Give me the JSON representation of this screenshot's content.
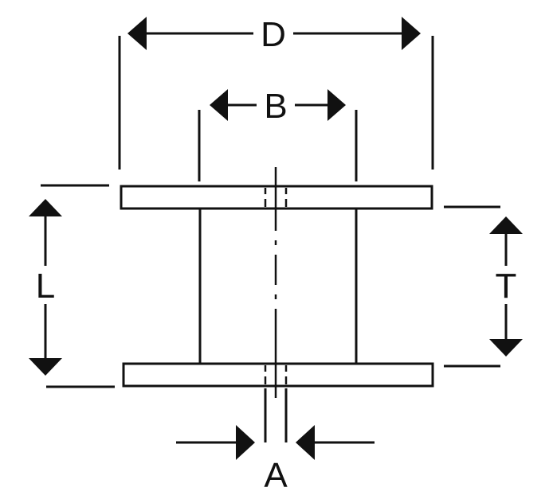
{
  "labels": {
    "D": "D",
    "B": "B",
    "L": "L",
    "T": "T",
    "A": "A"
  },
  "colors": {
    "line": "#111111",
    "background": "#ffffff"
  }
}
